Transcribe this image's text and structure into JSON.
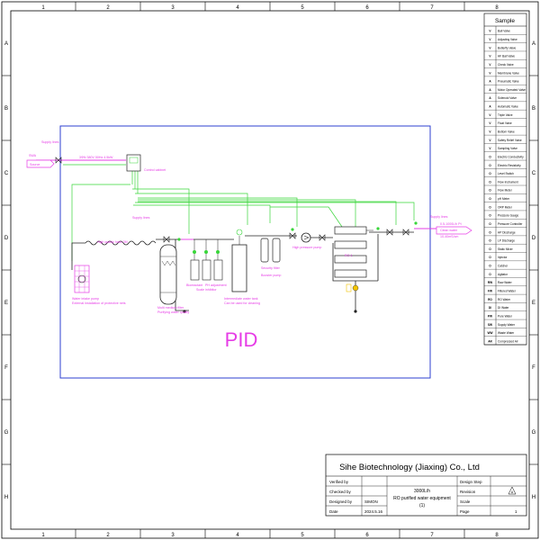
{
  "grid": {
    "columns": [
      "1",
      "2",
      "3",
      "4",
      "5",
      "6",
      "7",
      "8"
    ],
    "rows": [
      "A",
      "B",
      "C",
      "D",
      "E",
      "F",
      "G",
      "H"
    ]
  },
  "legend": {
    "title": "Sample",
    "items": [
      {
        "sym": "V",
        "label": "Ball Valve"
      },
      {
        "sym": "V",
        "label": "Adjusting Valve"
      },
      {
        "sym": "V",
        "label": "Butterfly Valve"
      },
      {
        "sym": "V",
        "label": "HF Ball Valve"
      },
      {
        "sym": "V",
        "label": "Check Valve"
      },
      {
        "sym": "V",
        "label": "Membrane Valve"
      },
      {
        "sym": "A",
        "label": "Pneumatic Valve"
      },
      {
        "sym": "A",
        "label": "Motor Operated Valve"
      },
      {
        "sym": "A",
        "label": "Solenoid Valve"
      },
      {
        "sym": "A",
        "label": "Automatic Valve"
      },
      {
        "sym": "V",
        "label": "Triple Valve"
      },
      {
        "sym": "V",
        "label": "Float Valve"
      },
      {
        "sym": "V",
        "label": "Bottom Valve"
      },
      {
        "sym": "V",
        "label": "Safety Relief Valve"
      },
      {
        "sym": "V",
        "label": "Sampling Valve"
      },
      {
        "sym": "O",
        "label": "Electric Conductivity"
      },
      {
        "sym": "O",
        "label": "Electric Resistivity"
      },
      {
        "sym": "O",
        "label": "Level Switch"
      },
      {
        "sym": "O",
        "label": "Flow Instrument"
      },
      {
        "sym": "O",
        "label": "Flow Meter"
      },
      {
        "sym": "O",
        "label": "pH Meter"
      },
      {
        "sym": "O",
        "label": "ORP Meter"
      },
      {
        "sym": "O",
        "label": "Pressure Gauge"
      },
      {
        "sym": "O",
        "label": "Pressure Controller"
      },
      {
        "sym": "O",
        "label": "HP Discharge"
      },
      {
        "sym": "O",
        "label": "LP Discharge"
      },
      {
        "sym": "O",
        "label": "Static Mixer"
      },
      {
        "sym": "O",
        "label": "Injector"
      },
      {
        "sym": "O",
        "label": "Catcher"
      },
      {
        "sym": "O",
        "label": "Agitator"
      },
      {
        "sym": "RW",
        "label": "Raw Water"
      },
      {
        "sym": "FW",
        "label": "Filtered Water"
      },
      {
        "sym": "RO",
        "label": "RO Water"
      },
      {
        "sym": "DI",
        "label": "DI Water"
      },
      {
        "sym": "PW",
        "label": "Pure Water"
      },
      {
        "sym": "SW",
        "label": "Supply Water"
      },
      {
        "sym": "WW",
        "label": "Waste Water"
      },
      {
        "sym": "AR",
        "label": "Compressed Air"
      }
    ]
  },
  "diagram": {
    "label_source": "Source",
    "label_source_top": "SWA",
    "label_supply_left": "Supply lines",
    "label_supply_mid": "Supply lines",
    "label_supply_right": "Supply lines",
    "label_power": "3ΦN 380V 50Hz 4.5kW",
    "label_control_cabinet": "Control cabinet",
    "label_hose": "High quality hose 3M",
    "label_intake_pump_1": "Water intake pump",
    "label_intake_pump_2": "External installation of protective nets",
    "label_multi_filter_1": "Multi medium filter",
    "label_multi_filter_2": "Purifying water quality",
    "label_bioreactant": "Bioreactant",
    "label_ph_adjust": "PH adjustment",
    "label_scale_inhibitor": "Scale inhibitor",
    "label_tank_1": "Intermediate water tank",
    "label_tank_2": "Can be used for cleaning",
    "label_security_filter": "Security filter",
    "label_booster_pump": "Booster pump",
    "label_hp_pump": "High pressure pump",
    "label_ro": "RO-1",
    "label_clean_water": "Clean water",
    "label_flow_top": "0.5-1000L/h Pt",
    "label_flow_bottom": "10-40mS/cm",
    "pid": "PID"
  },
  "title_block": {
    "company": "Sihe Biotechnology (Jiaxing) Co., Ltd",
    "verified_by": "Verified by",
    "checked_by": "Checked by",
    "designed_by": "Designed by",
    "designer": "SIMON",
    "date_label": "Date",
    "date": "2024.5.16",
    "capacity": "3000L/h",
    "product": "RO purified water equipment",
    "product_no": "(1)",
    "design_step": "Design Step",
    "revision": "Revision",
    "revision_mark": "A",
    "scale": "Scale",
    "page": "Page",
    "page_no": "1"
  }
}
